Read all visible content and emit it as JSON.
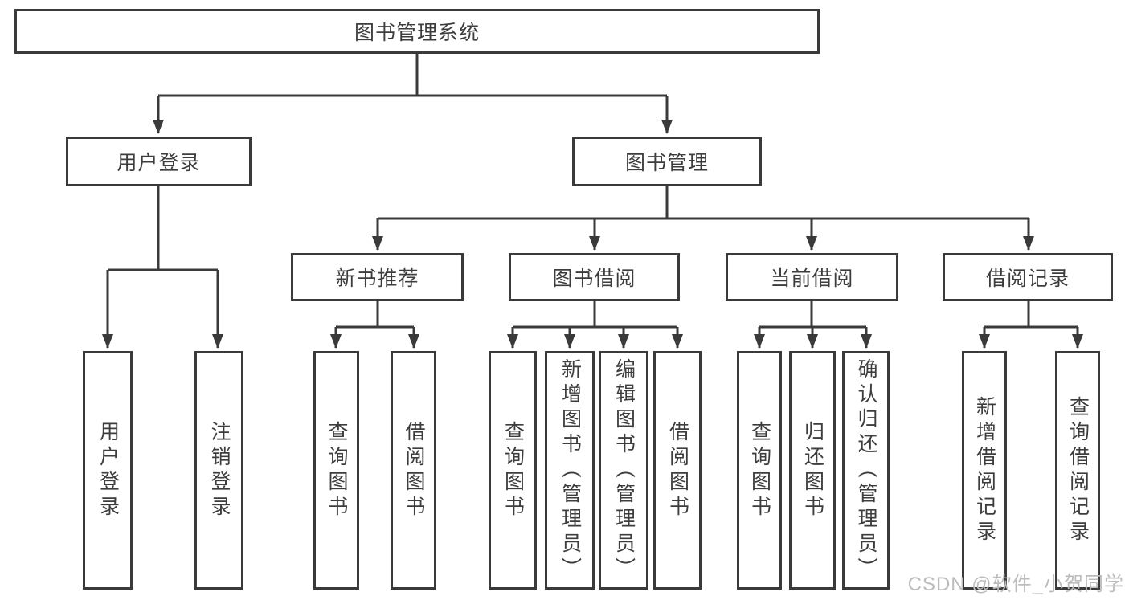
{
  "diagram_title": "图书管理系统",
  "nodes": {
    "root": {
      "label": "图书管理系统"
    },
    "user_login": {
      "label": "用户登录"
    },
    "book_management": {
      "label": "图书管理"
    },
    "new_book_recommendation": {
      "label": "新书推荐"
    },
    "book_borrowing": {
      "label": "图书借阅"
    },
    "current_borrowing": {
      "label": "当前借阅"
    },
    "borrowing_records": {
      "label": "借阅记录"
    },
    "leaf_user_login": {
      "label": "用户登录"
    },
    "leaf_logout": {
      "label": "注销登录"
    },
    "leaf_nb_query_books": {
      "label": "查询图书"
    },
    "leaf_nb_borrow_books": {
      "label": "借阅图书"
    },
    "leaf_bb_query_books": {
      "label": "查询图书"
    },
    "leaf_bb_add_books": {
      "label": "新增图书（管理员）"
    },
    "leaf_bb_edit_books": {
      "label": "编辑图书（管理员）"
    },
    "leaf_bb_borrow_books": {
      "label": "借阅图书"
    },
    "leaf_cb_query_books": {
      "label": "查询图书"
    },
    "leaf_cb_return_books": {
      "label": "归还图书"
    },
    "leaf_cb_confirm_return": {
      "label": "确认归还（管理员）"
    },
    "leaf_br_add_record": {
      "label": "新增借阅记录"
    },
    "leaf_br_query_record": {
      "label": "查询借阅记录"
    }
  },
  "hierarchy": {
    "图书管理系统": {
      "用户登录": [
        "用户登录",
        "注销登录"
      ],
      "图书管理": {
        "新书推荐": [
          "查询图书",
          "借阅图书"
        ],
        "图书借阅": [
          "查询图书",
          "新增图书（管理员）",
          "编辑图书（管理员）",
          "借阅图书"
        ],
        "当前借阅": [
          "查询图书",
          "归还图书",
          "确认归还（管理员）"
        ],
        "借阅记录": [
          "新增借阅记录",
          "查询借阅记录"
        ]
      }
    }
  },
  "watermark": {
    "text": "CSDN @软件_小贺同学"
  },
  "colors": {
    "line-color": "#3a3a3a",
    "text-color": "#3d3d3d",
    "box-bg": "#ffffff",
    "page-bg": "#ffffff",
    "wm-color": "#bcbcbc"
  }
}
